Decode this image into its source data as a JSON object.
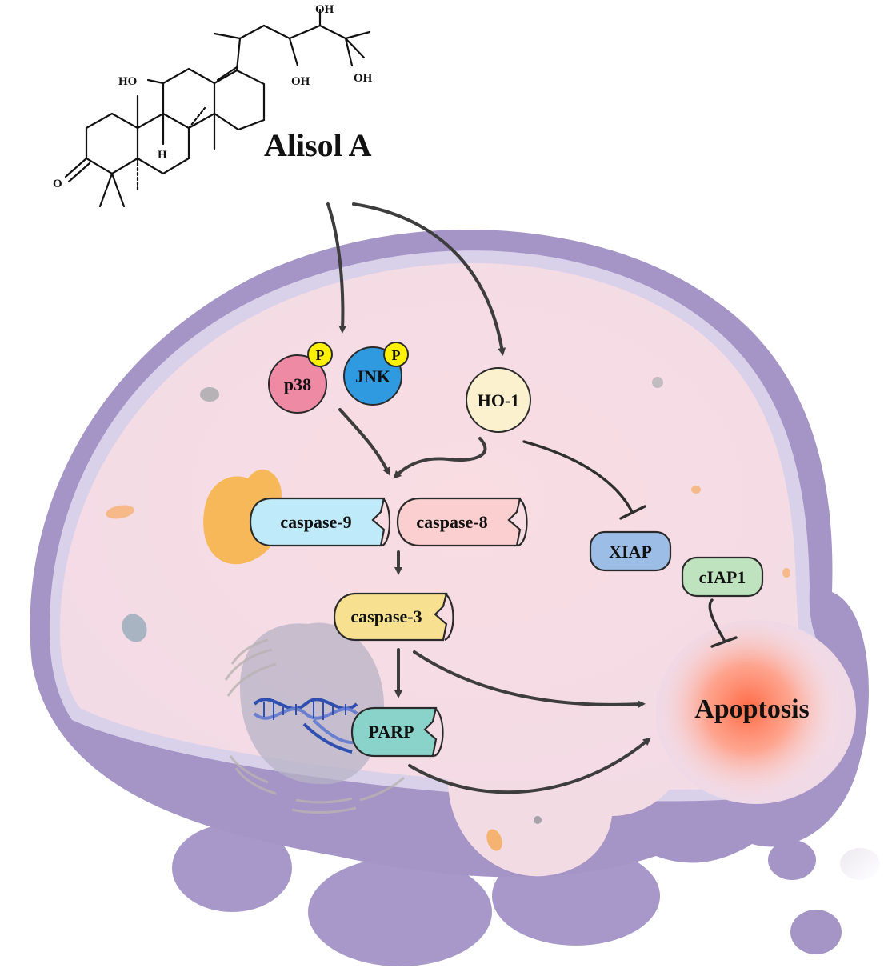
{
  "compound": {
    "name": "Alisol A",
    "atoms": {
      "hydroxyl": "OH",
      "ho": "HO",
      "hydrogen": "H",
      "oxygen": "O"
    }
  },
  "proteins": {
    "p38": "p38",
    "jnk": "JNK",
    "phospho": "P",
    "ho1": "HO-1",
    "caspase9": "caspase-9",
    "caspase8": "caspase-8",
    "caspase3": "caspase-3",
    "parp": "PARP",
    "xiap": "XIAP",
    "ciap1": "cIAP1"
  },
  "outcome": {
    "apoptosis": "Apoptosis"
  },
  "colors": {
    "membrane_outer": "#a594c6",
    "membrane_inner": "#d9d1ea",
    "cytoplasm": "#f6dfe6",
    "p38": "#ee8aa4",
    "jnk": "#2f9ae0",
    "phospho": "#fff200",
    "ho1": "#fbf1cf",
    "caspase9": "#bfeaf9",
    "caspase8": "#fbcfcf",
    "caspase3": "#f7e08f",
    "parp": "#8ad3cb",
    "xiap": "#9bbde6",
    "ciap1": "#bfe3bf",
    "apoptosis_glow": "#ff7b5a",
    "mitochondrion": "#f7b85a",
    "nucleus": "#b7b3c6",
    "dna": "#2f4fb0"
  }
}
